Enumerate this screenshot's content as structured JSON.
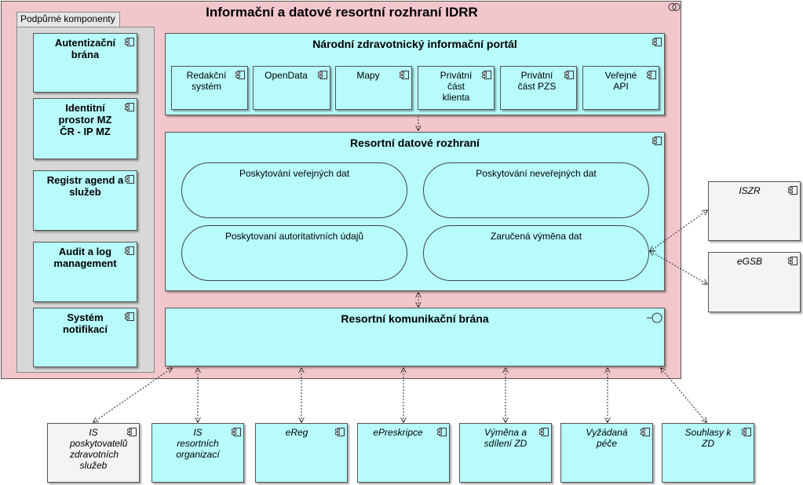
{
  "diagram": {
    "title": "Informační a datové resortní rozhraní IDRR",
    "support": {
      "tab_label": "Podpůrné komponenty",
      "items": [
        "Autentizační brána",
        "Identitní prostor MZ ČR - IP MZ",
        "Registr agend a služeb",
        "Audit a log management",
        "Systém notifikací"
      ]
    },
    "portal": {
      "title": "Národní zdravotnický informační portál",
      "items": [
        "Redakční systém",
        "OpenData",
        "Mapy",
        "Privátní část klienta",
        "Privátní část PZS",
        "Veřejné API"
      ]
    },
    "data_interface": {
      "title": "Resortní datové rozhraní",
      "services": [
        "Poskytování veřejných dat",
        "Poskytování neveřejných dat",
        "Poskytovaní autoritativních údajů",
        "Zaručená výměna dat"
      ]
    },
    "gateway": {
      "title": "Resortní komunikační brána"
    },
    "external_right": [
      "ISZR",
      "eGSB"
    ],
    "external_bottom": [
      "IS poskytovatelů zdravotních služeb",
      "IS resortních organizací",
      "eReg",
      "ePreskripce",
      "Výměna a sdílení ZD",
      "Vyžádaná péče",
      "Souhlasy k ZD"
    ]
  }
}
